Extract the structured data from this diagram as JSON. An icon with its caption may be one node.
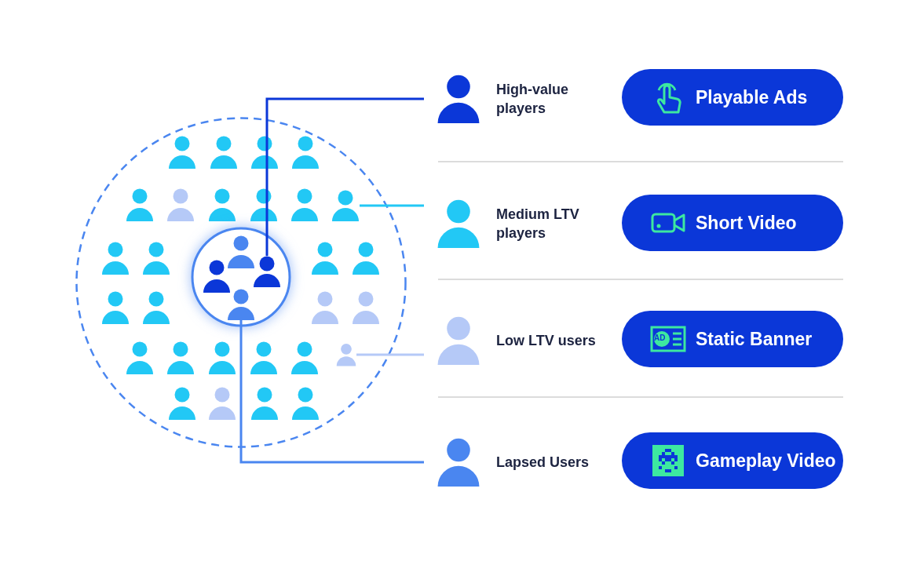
{
  "diagram": {
    "nodes": [
      {
        "text": [],
        "shape": "circle"
      },
      {
        "text": [],
        "shape": "circle",
        "in": 0
      },
      {
        "text": [],
        "shape": "person",
        "in": 1
      },
      {
        "text": [],
        "shape": "person",
        "in": 0
      },
      {
        "text": [],
        "shape": "person",
        "in": 0
      },
      {
        "text": [],
        "shape": "person",
        "in": 1
      },
      {
        "text": [
          "High-value players"
        ]
      },
      {
        "text": [
          "Playable Ads"
        ]
      },
      {
        "text": [
          "Medium LTV players"
        ]
      },
      {
        "text": [
          "Short Video"
        ]
      },
      {
        "text": [
          "Low LTV users"
        ]
      },
      {
        "text": [
          "Static Banner"
        ]
      },
      {
        "text": [
          "Lapsed Users"
        ]
      },
      {
        "text": [
          "Gameplay Video"
        ]
      }
    ],
    "edges": [
      {
        "from": 2,
        "to": 6,
        "arrow": "none",
        "color": "#0b37d8"
      },
      {
        "from": 3,
        "to": 8,
        "arrow": "none",
        "color": "#22c8f5"
      },
      {
        "from": 4,
        "to": 10,
        "arrow": "none",
        "color": "#b5c9f7"
      },
      {
        "from": 5,
        "to": 12,
        "arrow": "none",
        "color": "#4a86f0"
      }
    ],
    "labels": [
      "AD"
    ]
  }
}
